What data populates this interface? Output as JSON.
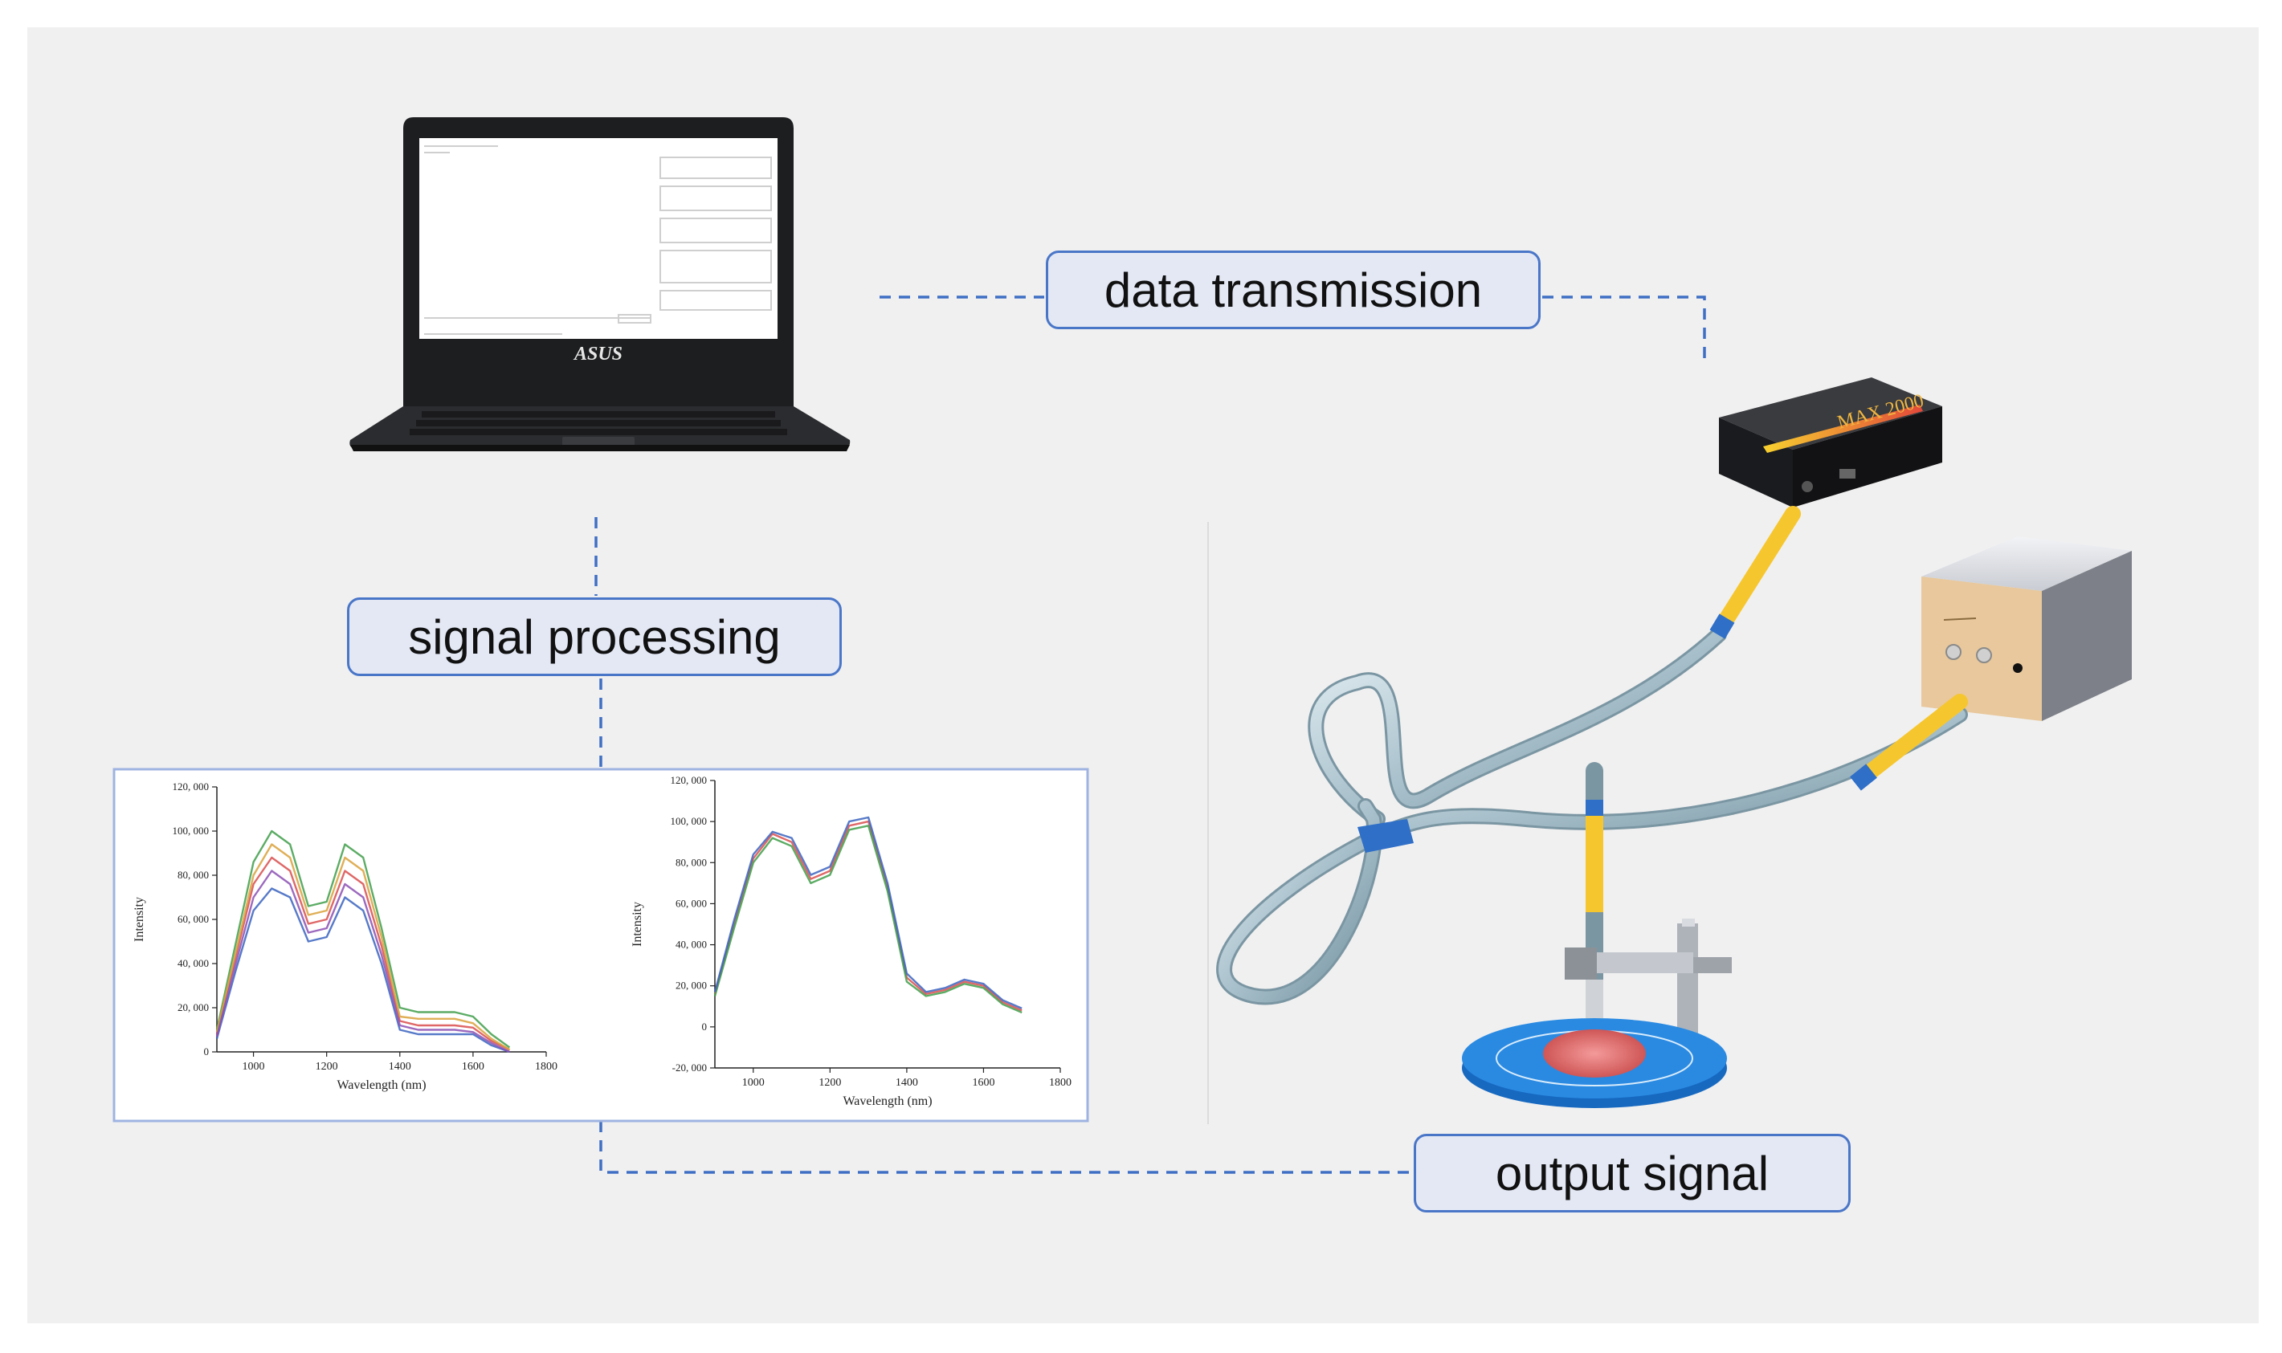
{
  "labels": {
    "data_transmission": "data transmission",
    "signal_processing": "signal processing",
    "output_signal": "output signal"
  },
  "laptop": {
    "brand": "ASUS"
  },
  "spectrometer": {
    "model": "MAX 2000"
  },
  "colors": {
    "background": "#f0f0f0",
    "connector": "#3f6fc4",
    "box_fill": "#e3e8f4",
    "box_border": "#4a76c8",
    "fiber_yellow": "#f6c62e",
    "fiber_blue": "#2f6fc8",
    "stage_blue": "#1f7ed8",
    "sample_red": "#e07070"
  },
  "chart_data": [
    {
      "type": "line",
      "xlabel": "Wavelength (nm)",
      "ylabel": "Intensity",
      "x_ticks": [
        "1000",
        "1200",
        "1400",
        "1600",
        "1800"
      ],
      "y_ticks": [
        "0",
        "20, 000",
        "40, 000",
        "60, 000",
        "80, 000",
        "100, 000",
        "120, 000"
      ],
      "xlim": [
        900,
        1800
      ],
      "ylim": [
        0,
        120000
      ],
      "x": [
        900,
        950,
        1000,
        1050,
        1100,
        1150,
        1200,
        1250,
        1300,
        1350,
        1400,
        1450,
        1500,
        1550,
        1600,
        1650,
        1700
      ],
      "series": [
        {
          "values": [
            8000,
            42000,
            76000,
            88000,
            82000,
            58000,
            60000,
            82000,
            76000,
            48000,
            14000,
            12000,
            12000,
            12000,
            11000,
            5000,
            1000
          ]
        },
        {
          "values": [
            10000,
            48000,
            86000,
            100000,
            94000,
            66000,
            68000,
            94000,
            88000,
            56000,
            20000,
            18000,
            18000,
            18000,
            16000,
            8000,
            2000
          ]
        },
        {
          "values": [
            6000,
            36000,
            64000,
            74000,
            70000,
            50000,
            52000,
            70000,
            64000,
            40000,
            10000,
            8000,
            8000,
            8000,
            8000,
            3000,
            0
          ]
        },
        {
          "values": [
            9000,
            44000,
            80000,
            94000,
            88000,
            62000,
            64000,
            88000,
            82000,
            52000,
            16000,
            15000,
            15000,
            15000,
            13000,
            6000,
            1000
          ]
        },
        {
          "values": [
            7000,
            39000,
            70000,
            82000,
            76000,
            54000,
            56000,
            76000,
            70000,
            44000,
            12000,
            10000,
            10000,
            10000,
            9000,
            4000,
            0
          ]
        }
      ]
    },
    {
      "type": "line",
      "xlabel": "Wavelength (nm)",
      "ylabel": "Intensity",
      "x_ticks": [
        "1000",
        "1200",
        "1400",
        "1600",
        "1800"
      ],
      "y_ticks": [
        "-20, 000",
        "0",
        "20, 000",
        "40, 000",
        "60, 000",
        "80, 000",
        "100, 000",
        "120, 000"
      ],
      "xlim": [
        900,
        1800
      ],
      "ylim": [
        -20000,
        120000
      ],
      "x": [
        900,
        950,
        1000,
        1050,
        1100,
        1150,
        1200,
        1250,
        1300,
        1350,
        1400,
        1450,
        1500,
        1550,
        1600,
        1650,
        1700
      ],
      "series": [
        {
          "values": [
            16000,
            50000,
            82000,
            94000,
            90000,
            72000,
            76000,
            98000,
            100000,
            68000,
            24000,
            16000,
            18000,
            22000,
            20000,
            12000,
            8000
          ]
        },
        {
          "values": [
            15000,
            48000,
            80000,
            92000,
            88000,
            70000,
            74000,
            96000,
            98000,
            66000,
            22000,
            15000,
            17000,
            21000,
            19000,
            11000,
            7000
          ]
        },
        {
          "values": [
            17000,
            52000,
            84000,
            95000,
            92000,
            74000,
            78000,
            100000,
            102000,
            70000,
            26000,
            17000,
            19000,
            23000,
            21000,
            13000,
            9000
          ]
        }
      ]
    }
  ]
}
